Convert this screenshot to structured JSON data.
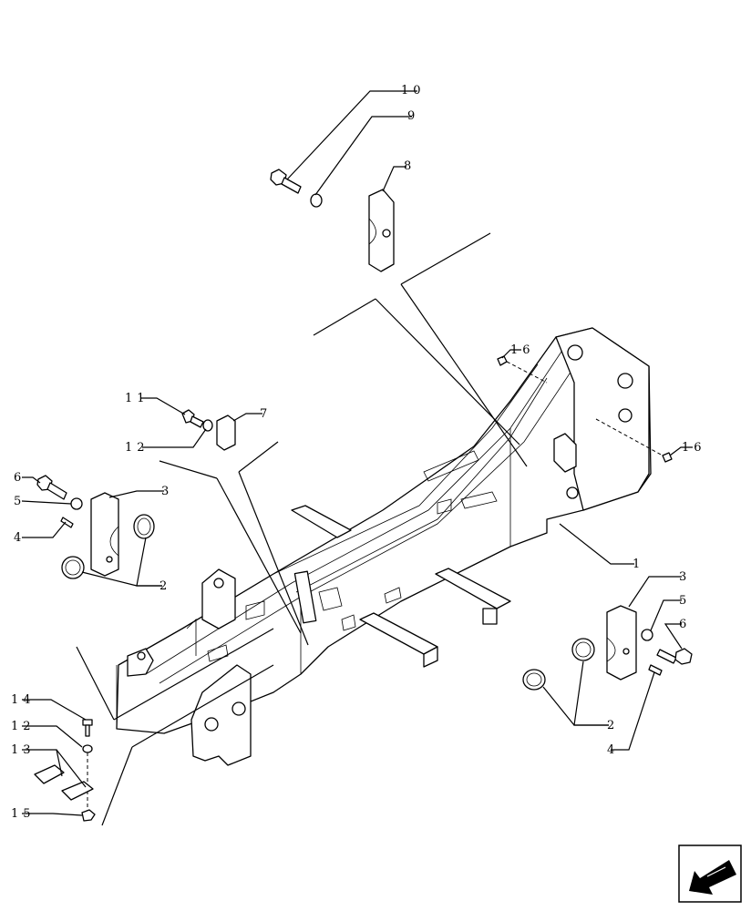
{
  "callouts": [
    {
      "id": "c10",
      "label": "10"
    },
    {
      "id": "c9",
      "label": "9"
    },
    {
      "id": "c8",
      "label": "8"
    },
    {
      "id": "c16a",
      "label": "16"
    },
    {
      "id": "c16b",
      "label": "16"
    },
    {
      "id": "c11",
      "label": "11"
    },
    {
      "id": "c7",
      "label": "7"
    },
    {
      "id": "c12a",
      "label": "12"
    },
    {
      "id": "c6a",
      "label": "6"
    },
    {
      "id": "c3a",
      "label": "3"
    },
    {
      "id": "c5a",
      "label": "5"
    },
    {
      "id": "c4a",
      "label": "4"
    },
    {
      "id": "c2a",
      "label": "2"
    },
    {
      "id": "c1",
      "label": "1"
    },
    {
      "id": "c3b",
      "label": "3"
    },
    {
      "id": "c5b",
      "label": "5"
    },
    {
      "id": "c6b",
      "label": "6"
    },
    {
      "id": "c2b",
      "label": "2"
    },
    {
      "id": "c4b",
      "label": "4"
    },
    {
      "id": "c14",
      "label": "14"
    },
    {
      "id": "c12b",
      "label": "12"
    },
    {
      "id": "c13",
      "label": "13"
    },
    {
      "id": "c15",
      "label": "15"
    }
  ],
  "nav_icon": "next-page-arrow-icon"
}
